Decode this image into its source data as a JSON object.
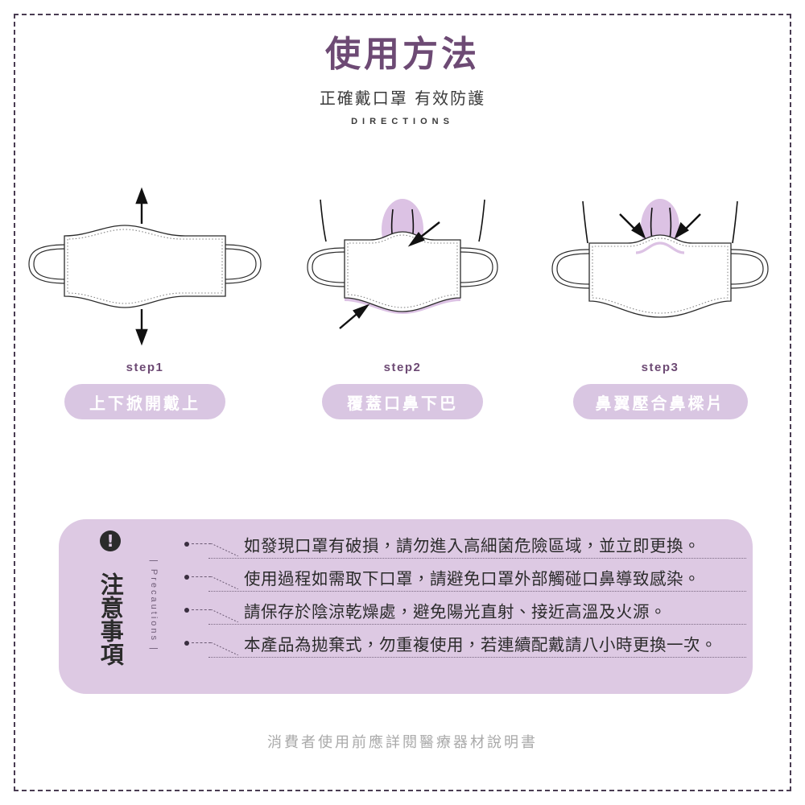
{
  "header": {
    "title": "使用方法",
    "subtitle": "正確戴口罩 有效防護",
    "eyebrow": "DIRECTIONS"
  },
  "colors": {
    "title_purple": "#6d4a74",
    "pill_bg": "#d9c6e2",
    "pill_text": "#ffffff",
    "panel_bg": "#ddc9e3",
    "highlight_purple": "#d9bfe2",
    "frame_dash": "#4a3c52",
    "footer_gray": "#a9a9a9"
  },
  "steps": [
    {
      "label": "step1",
      "pill": "上下掀開戴上",
      "art": "mask-expand-updown",
      "arrow_icons": [
        "arrow-up-icon",
        "arrow-down-icon"
      ]
    },
    {
      "label": "step2",
      "pill": "覆蓋口鼻下巴",
      "art": "mask-cover-nose-mouth-chin",
      "arrow_icons": [
        "arrow-down-left-icon",
        "arrow-up-right-icon"
      ]
    },
    {
      "label": "step3",
      "pill": "鼻翼壓合鼻樑片",
      "art": "mask-press-nose-wire",
      "arrow_icons": [
        "arrow-down-right-icon",
        "arrow-down-left-icon"
      ]
    }
  ],
  "precautions": {
    "icon": "exclamation-circle-icon",
    "icon_glyph": "!",
    "title_vertical": "注意事項",
    "title_en": "| Precautions |",
    "items": [
      "如發現口罩有破損，請勿進入高細菌危險區域，並立即更換。",
      "使用過程如需取下口罩，請避免口罩外部觸碰口鼻導致感染。",
      "請保存於陰涼乾燥處，避免陽光直射、接近高溫及火源。",
      "本產品為拋棄式，勿重複使用，若連續配戴請八小時更換一次。"
    ]
  },
  "footer": {
    "note": "消費者使用前應詳閱醫療器材說明書"
  }
}
